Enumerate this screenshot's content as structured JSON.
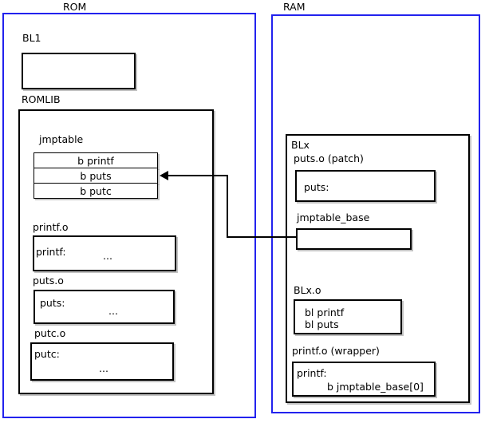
{
  "diagram": {
    "title": "ROM / RAM jump table patching diagram",
    "regions": [
      {
        "key": "rom",
        "label": "ROM",
        "color": "#2222ee"
      },
      {
        "key": "ram",
        "label": "RAM",
        "color": "#2222ee"
      }
    ]
  },
  "rom": {
    "label": "ROM",
    "bl1": {
      "label": "BL1",
      "body": ""
    },
    "romlib": {
      "label": "ROMLIB",
      "jmptable": {
        "label": "jmptable",
        "rows": [
          {
            "text": "b printf"
          },
          {
            "text": "b puts"
          },
          {
            "text": "b putc"
          }
        ]
      },
      "objects": [
        {
          "label": "printf.o",
          "symbol": "printf:",
          "body": "..."
        },
        {
          "label": "puts.o",
          "symbol": "puts:",
          "body": "..."
        },
        {
          "label": "putc.o",
          "symbol": "putc:",
          "body": "..."
        }
      ]
    }
  },
  "ram": {
    "label": "RAM",
    "blx": {
      "label": "BLx",
      "patch": {
        "label": "puts.o (patch)",
        "symbol": "puts:"
      },
      "jmptable_base": {
        "label": "jmptable_base",
        "body": ""
      },
      "blx_o": {
        "label": "BLx.o",
        "lines": [
          "bl printf",
          "bl puts"
        ]
      },
      "wrapper": {
        "label": "printf.o (wrapper)",
        "symbol": "printf:",
        "instruction": "b jmptable_base[0]"
      }
    }
  },
  "connector": {
    "name": "jmptable-base-to-b-puts-arrow",
    "from": "jmptable_base",
    "to": "b puts"
  }
}
